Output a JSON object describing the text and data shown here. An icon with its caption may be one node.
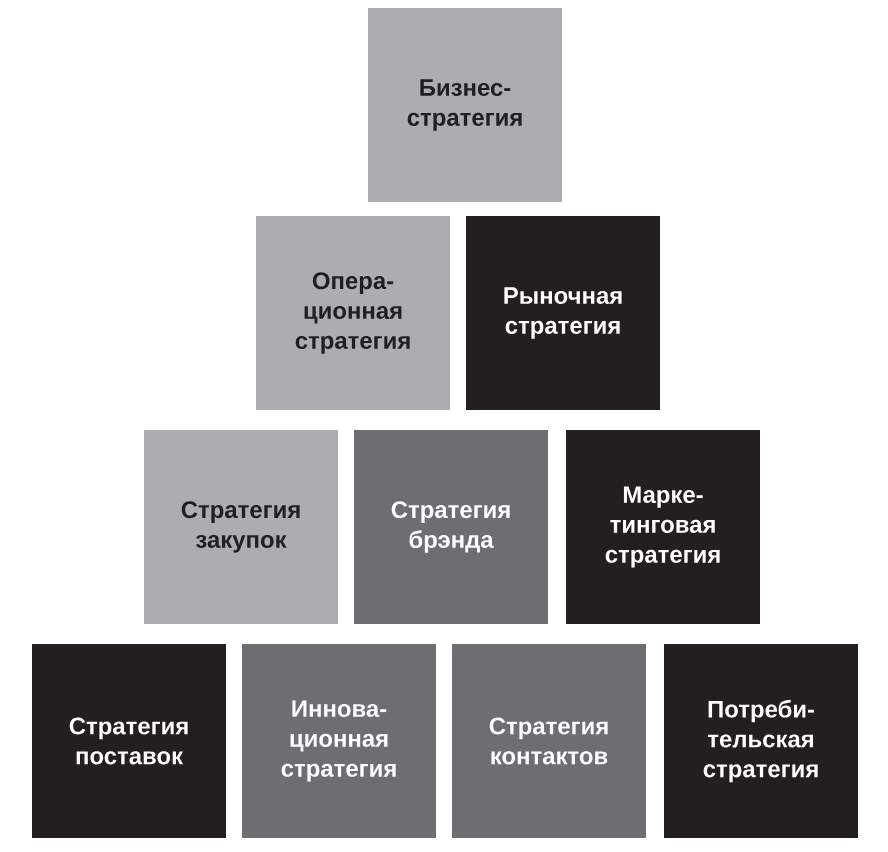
{
  "diagram": {
    "nodes": [
      {
        "text": [
          "Бизнес- стратегия"
        ]
      },
      {
        "text": [
          "Опера- ционная стратегия"
        ]
      },
      {
        "text": [
          "Рыночная стратегия"
        ]
      },
      {
        "text": [
          "Стратегия закупок"
        ]
      },
      {
        "text": [
          "Стратегия брэнда"
        ]
      },
      {
        "text": [
          "Марке- тинговая стратегия"
        ]
      },
      {
        "text": [
          "Стратегия поставок"
        ]
      },
      {
        "text": [
          "Иннова- ционная стратегия"
        ]
      },
      {
        "text": [
          "Стратегия контактов"
        ]
      },
      {
        "text": [
          "Потреби- тельская стратегия"
        ]
      }
    ]
  }
}
